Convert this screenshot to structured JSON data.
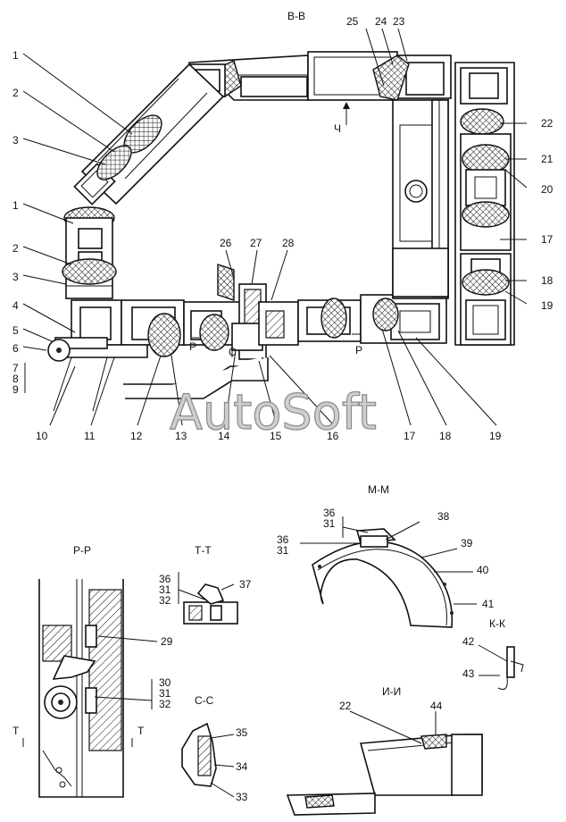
{
  "sections": {
    "bb": "В-В",
    "pp": "Р-Р",
    "tt": "Т-Т",
    "mm": "М-М",
    "cc": "С-С",
    "kk": "К-К",
    "ii": "И-И"
  },
  "marks": {
    "ch": "Ч",
    "p1": "Р",
    "p2": "Р",
    "c": "С",
    "t1": "Т",
    "t2": "Т"
  },
  "watermark": "AutoSoft",
  "callouts": {
    "l1a": "1",
    "l2a": "2",
    "l3a": "3",
    "l1b": "1",
    "l2b": "2",
    "l3b": "3",
    "l4": "4",
    "l5": "5",
    "l6": "6",
    "l7": "7",
    "l8": "8",
    "l9": "9",
    "l10": "10",
    "l11": "11",
    "l12": "12",
    "l13": "13",
    "l14": "14",
    "l15": "15",
    "l16": "16",
    "l17b": "17",
    "l18b": "18",
    "l19b": "19",
    "l25": "25",
    "l24": "24",
    "l23": "23",
    "l22": "22",
    "l21": "21",
    "l20": "20",
    "l17": "17",
    "l18": "18",
    "l19": "19",
    "l26": "26",
    "l27": "27",
    "l28": "28",
    "l29": "29",
    "l30": "30",
    "l31a": "31",
    "l32a": "32",
    "l36a": "36",
    "l31b": "31",
    "l32b": "32",
    "l37": "37",
    "l36b": "36",
    "l31c": "31",
    "l36c": "36",
    "l31d": "31",
    "l38": "38",
    "l39": "39",
    "l40": "40",
    "l41": "41",
    "l42": "42",
    "l43": "43",
    "l35": "35",
    "l34": "34",
    "l33": "33",
    "l22b": "22",
    "l44": "44"
  }
}
